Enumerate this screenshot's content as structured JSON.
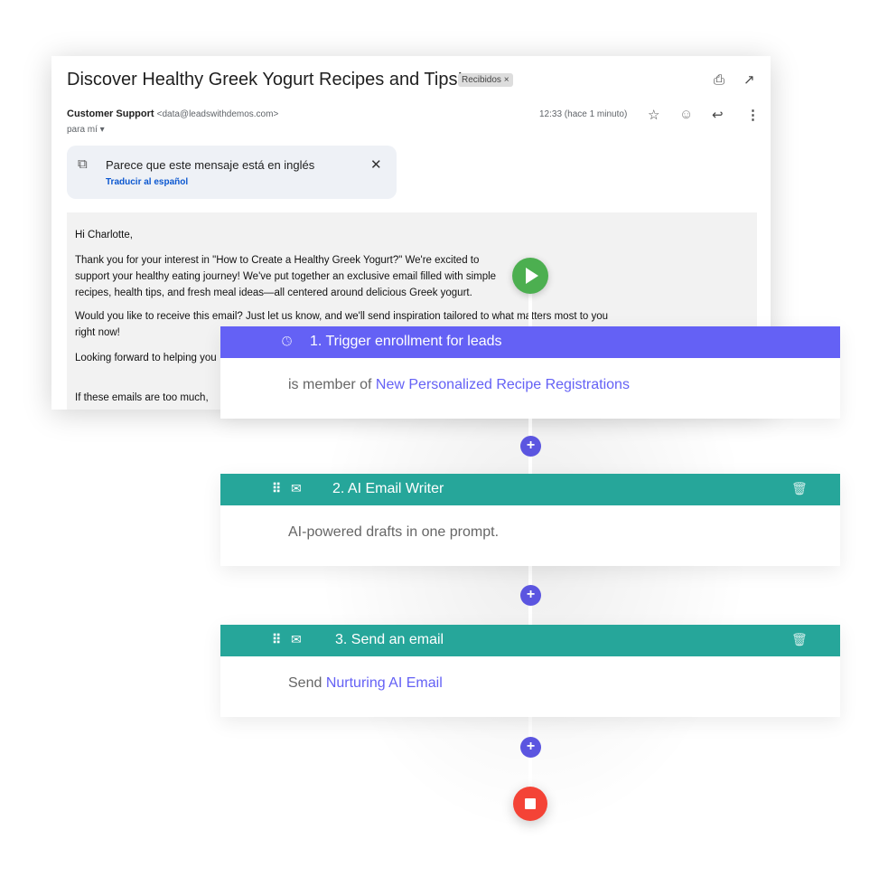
{
  "email": {
    "subject": "Discover Healthy Greek Yogurt Recipes and Tips!",
    "label": "Recibidos ×",
    "sender_name": "Customer Support",
    "sender_email": "<data@leadswithdemos.com>",
    "to": "para mí ▾",
    "time": "12:33 (hace 1 minuto)",
    "translate_text": "Parece que este mensaje está en inglés",
    "translate_link": "Traducir al español",
    "body": [
      "Hi Charlotte,",
      "Thank you for your interest in \"How to Create a Healthy Greek Yogurt?\" We're excited to support your healthy eating journey! We've put together an exclusive email filled with simple recipes, health tips, and fresh meal ideas—all centered around delicious Greek yogurt.",
      "Would you like to receive this email? Just let us know, and we'll send inspiration tailored to what matters most to you right now!",
      "Looking forward to helping you",
      "If these emails are too much,"
    ]
  },
  "workflow": {
    "steps": [
      {
        "title": "1. Trigger enrollment for leads",
        "prefix": "is member of ",
        "link": "New Personalized Recipe Registrations",
        "color": "#6461f5",
        "icon": "clock-icon"
      },
      {
        "title": "2. AI Email  Writer",
        "prefix": "AI-powered drafts in one prompt.",
        "link": "",
        "color": "#26a69a",
        "icon": "open-envelope-icon"
      },
      {
        "title": "3. Send an email",
        "prefix": "Send ",
        "link": "Nurturing AI Email",
        "color": "#26a69a",
        "icon": "envelope-icon"
      }
    ],
    "add_label": "+",
    "start_color": "#4caf50",
    "stop_color": "#f44336"
  }
}
